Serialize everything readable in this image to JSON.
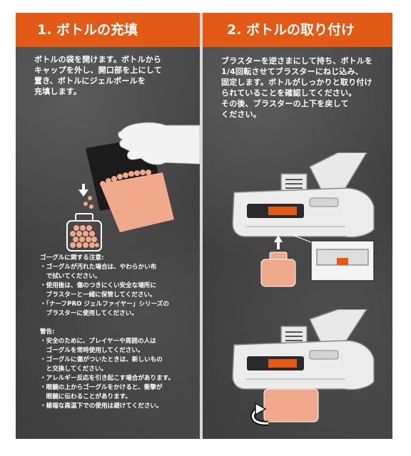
{
  "sections": [
    {
      "title": "1. ボトルの充填",
      "instructions": "ボトルの袋を開けます。ボトルから\nキャップを外し、開口部を上にして\n置き、ボトルにジェルボールを\n充填します。",
      "notes_goggle_title": "ゴーグルに関する注意:",
      "notes_goggle": [
        "・ゴーグルが汚れた場合は、やわらかい布\n　で拭いてください。",
        "・使用後は、傷のつきにくい安全な場所に\n　ブラスターと一緒に保管してください。",
        "・「ナーフPRO ジェルファイヤー」シリーズの\n　ブラスターに使用してください。"
      ],
      "warning_title": "警告:",
      "warnings": [
        "・安全のために、プレイヤーや周囲の人は\n　ゴーグルを常時使用してください。",
        "・ゴーグルに傷がついたときは、新しいもの\n　と交換してください。",
        "・アレルギー反応を引き起こす場合があります。",
        "・眼鏡の上からゴーグルをかけると、衝撃が\n　眼鏡に伝わることがあります。",
        "・極端な高温下での使用は避けてください。"
      ]
    },
    {
      "title": "2. ボトルの取り付け",
      "instructions": "ブラスターを逆さまにして持ち、ボトルを\n1/4回転させてブラスターにねじ込み、\n固定します。ボトルがしっかりと取り付け\nられていることを確認してください。\nその後、ブラスターの上下を戻して\nください。"
    }
  ],
  "colors": {
    "header_orange": "#e35a16",
    "gel_peach": "#f0a98a",
    "text_white": "#ffffff"
  },
  "icons": [
    "hand-icon",
    "arrow-down-icon",
    "arrow-up-icon",
    "rotate-arrow-icon"
  ]
}
